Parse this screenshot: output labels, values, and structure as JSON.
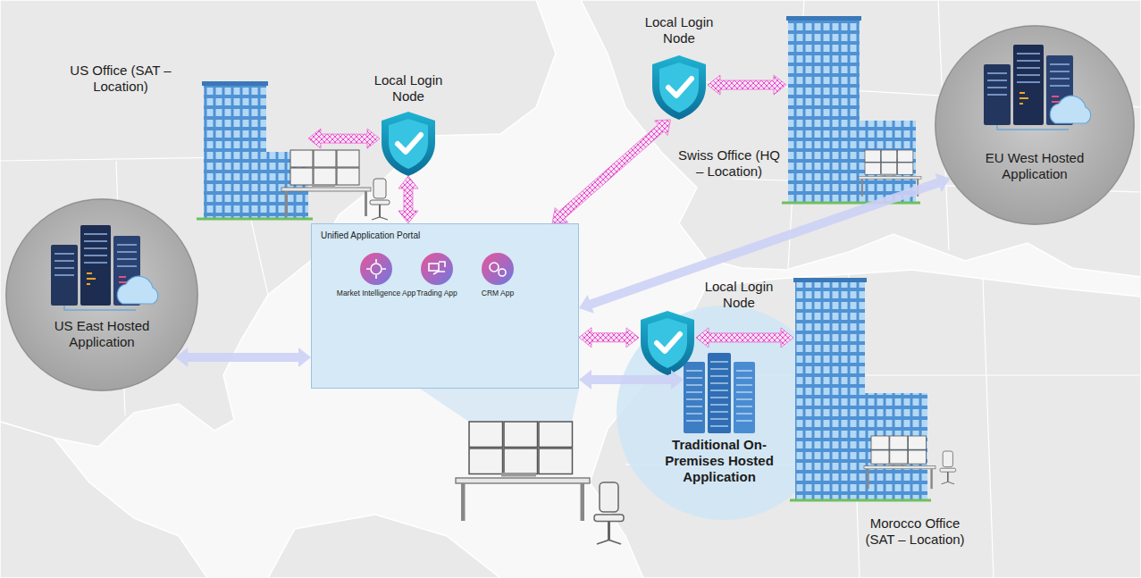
{
  "diagram": {
    "nodes": [
      {
        "text": [
          "US Office (SAT – Location)"
        ]
      },
      {
        "text": [
          "Local Login Node"
        ]
      },
      {
        "text": [
          "Local Login Node"
        ]
      },
      {
        "text": [
          "Swiss Office (HQ – Location)"
        ]
      },
      {
        "text": [
          "EU West Hosted Application"
        ]
      },
      {
        "text": [
          "US East Hosted Application"
        ]
      },
      {
        "text": [
          "Unified Application Portal"
        ]
      },
      {
        "text": [
          "Market Intelligence App"
        ],
        "in": 6
      },
      {
        "text": [
          "Trading App"
        ],
        "in": 6
      },
      {
        "text": [
          "CRM App"
        ],
        "in": 6
      },
      {
        "text": [
          "Local Login Node"
        ]
      },
      {
        "text": [
          "Traditional On-Premises Hosted Application"
        ]
      },
      {
        "text": [
          "Morocco Office (SAT – Location)"
        ]
      }
    ],
    "edges": [
      {
        "from": 0,
        "to": 1,
        "arrow": "both"
      },
      {
        "from": 1,
        "to": 6,
        "arrow": "both"
      },
      {
        "from": 2,
        "to": 3,
        "arrow": "both"
      },
      {
        "from": 2,
        "to": 6,
        "arrow": "both"
      },
      {
        "from": 5,
        "to": 6,
        "arrow": "both"
      },
      {
        "from": 6,
        "to": 4,
        "arrow": "both"
      },
      {
        "from": 10,
        "to": 6,
        "arrow": "both"
      },
      {
        "from": 10,
        "to": 12,
        "arrow": "both"
      },
      {
        "from": 6,
        "to": 11,
        "arrow": "both"
      }
    ]
  }
}
